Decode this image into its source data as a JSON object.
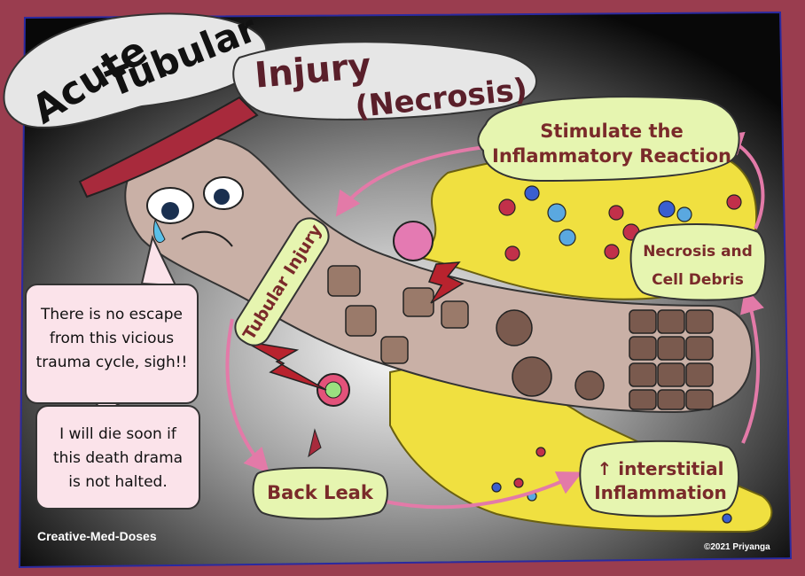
{
  "title": {
    "word1": "Acute",
    "word2": "Tubular",
    "word3": "Injury",
    "word4": "(Necrosis)"
  },
  "labels": {
    "stimulate_line1": "Stimulate the",
    "stimulate_line2": "Inflammatory Reaction",
    "necrosis_line1": "Necrosis and",
    "necrosis_line2": "Cell Debris",
    "tubular_injury": "Tubular Injury",
    "back_leak": "Back Leak",
    "interstitial_line1": "↑ interstitial",
    "interstitial_line2": "Inflammation"
  },
  "speech": {
    "bubble1_line1": "There is no escape",
    "bubble1_line2": "from this vicious",
    "bubble1_line3": "trauma cycle, sigh!!",
    "bubble2_line1": "I will die soon if",
    "bubble2_line2": "this death drama",
    "bubble2_line3": "is not halted."
  },
  "credits": {
    "left": "Creative-Med-Doses",
    "right": "©2021 Priyanga"
  },
  "colors": {
    "frame": "#9a3d4f",
    "panel_dark": "#111111",
    "label_bg": "#e6f5b0",
    "label_text": "#7a2a2a",
    "cytoplasm": "#f0e040",
    "arrow": "#e37aa8",
    "tubule": "#c9b0a6"
  }
}
